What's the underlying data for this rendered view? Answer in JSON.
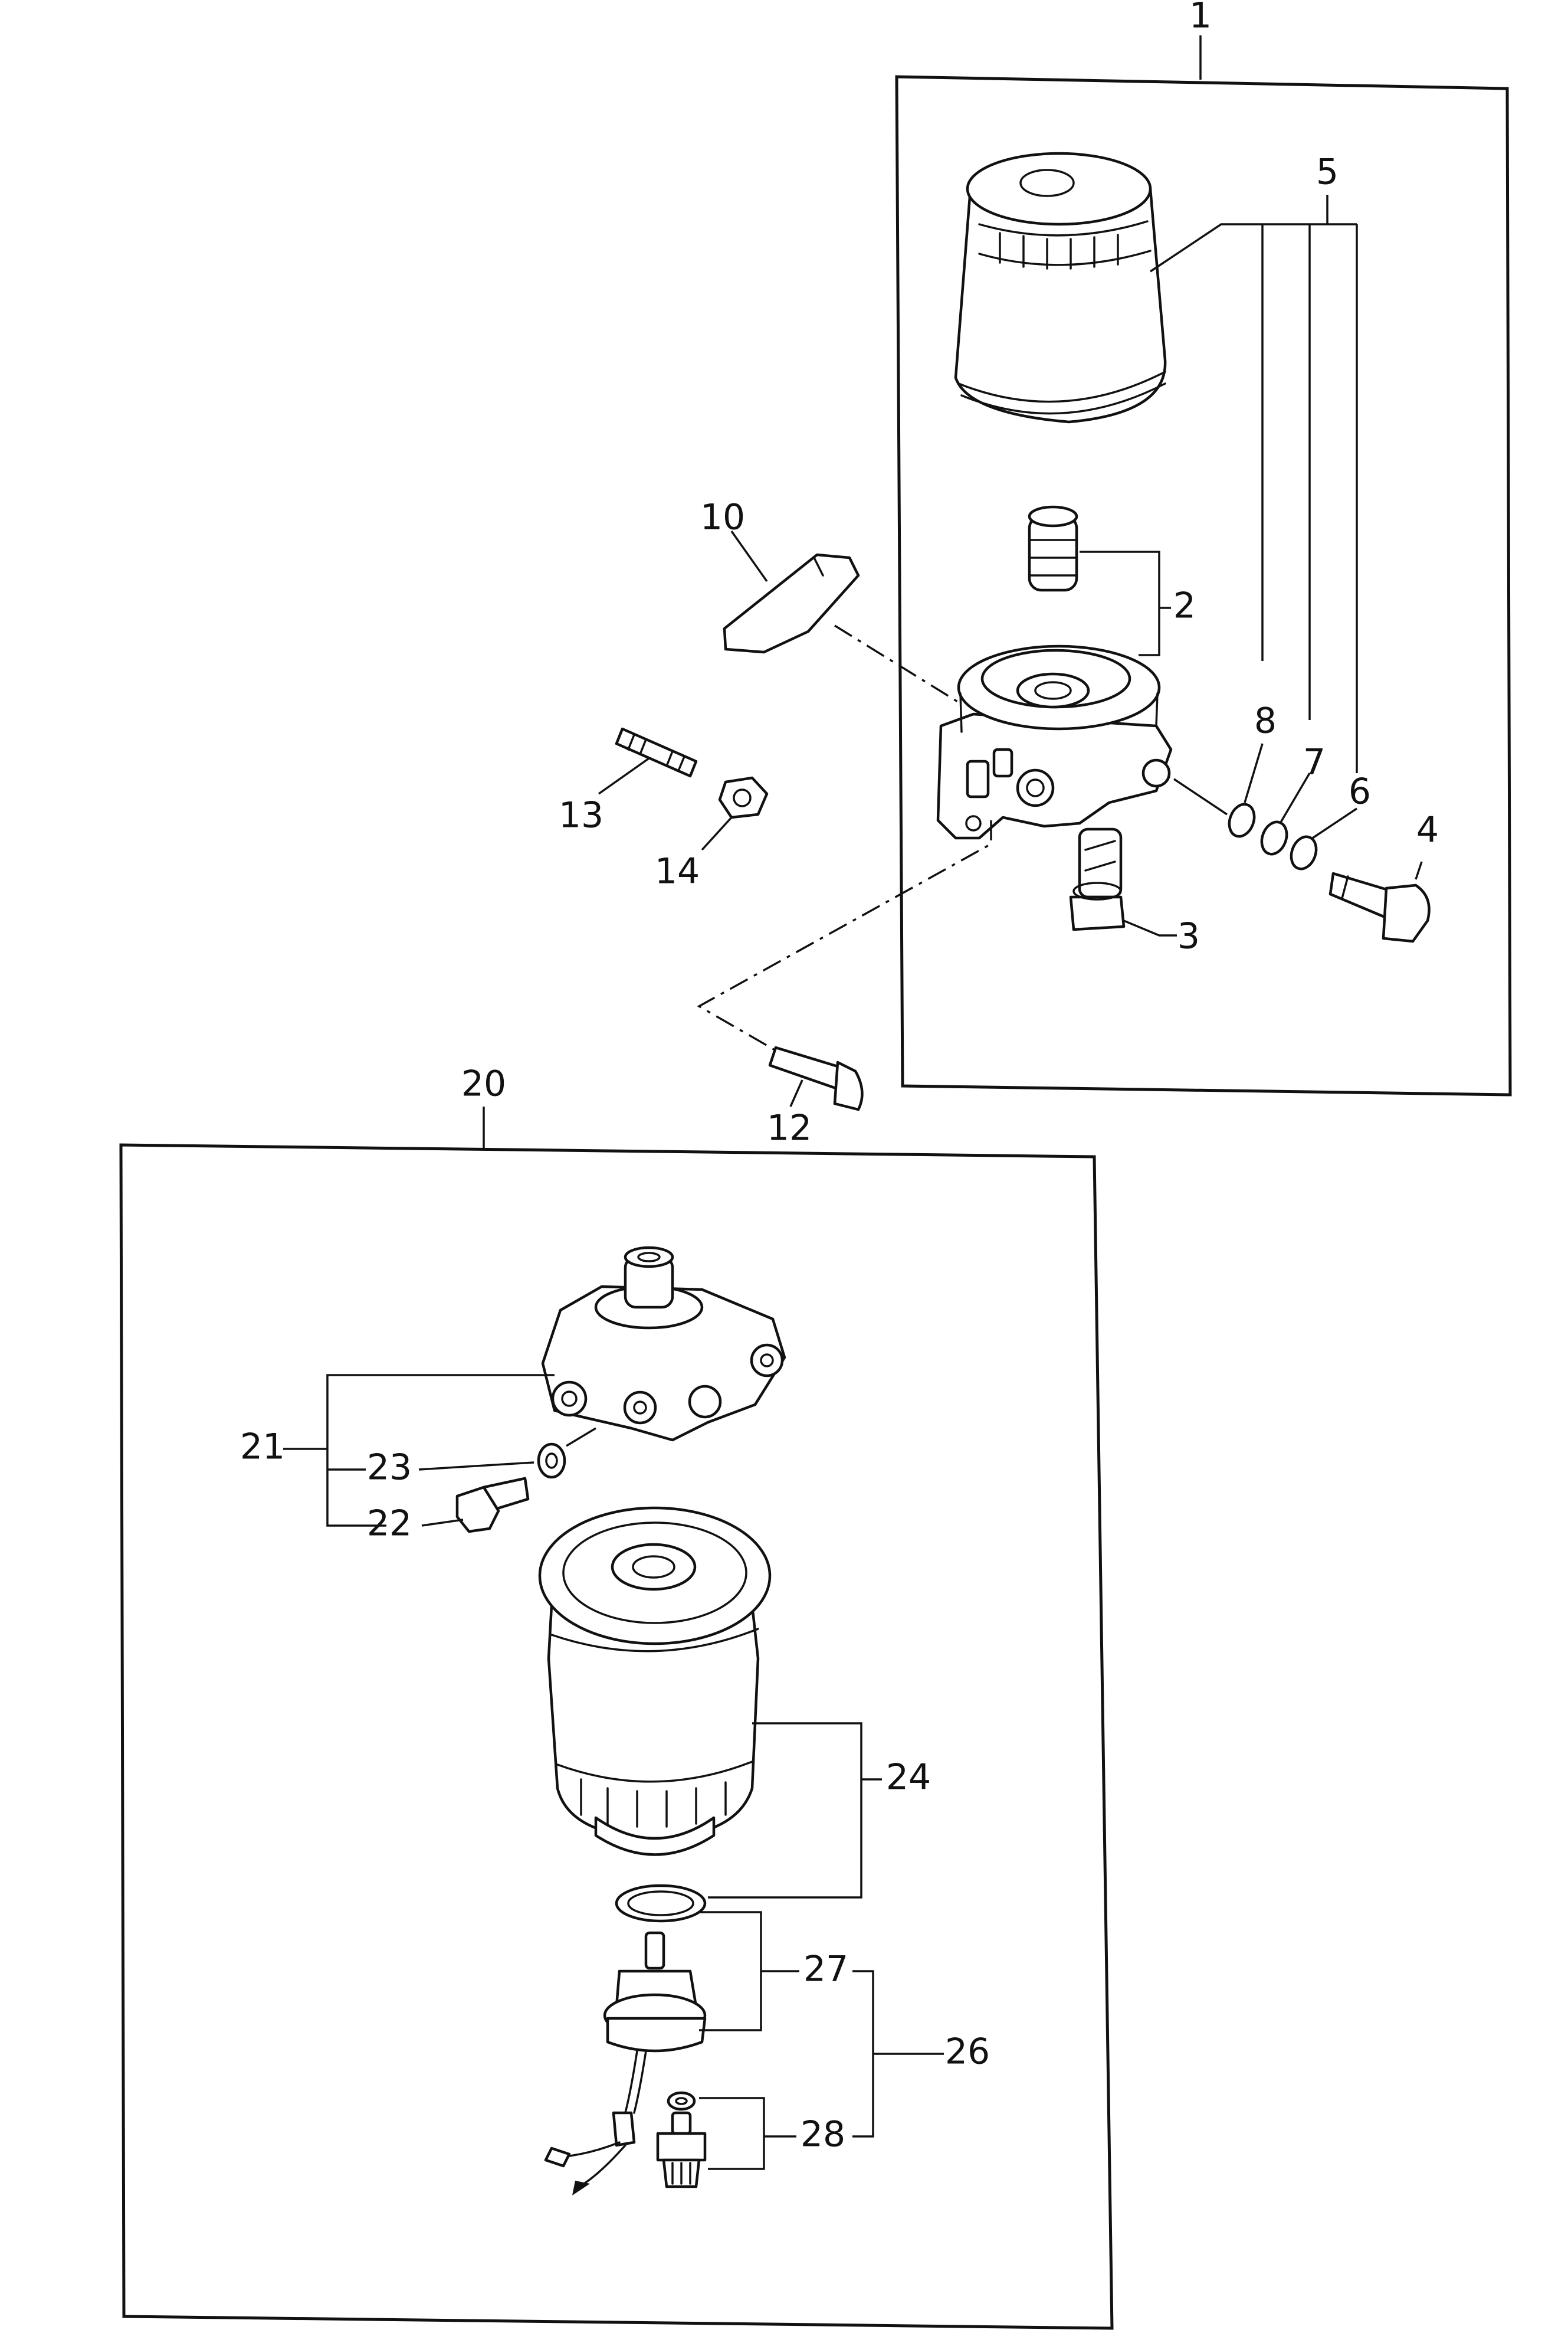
{
  "callouts": {
    "c1": "1",
    "c2": "2",
    "c3": "3",
    "c4": "4",
    "c5": "5",
    "c6": "6",
    "c7": "7",
    "c8": "8",
    "c10": "10",
    "c12": "12",
    "c13": "13",
    "c14": "14",
    "c20": "20",
    "c21": "21",
    "c22": "22",
    "c23": "23",
    "c24": "24",
    "c26": "26",
    "c27": "27",
    "c28": "28"
  }
}
